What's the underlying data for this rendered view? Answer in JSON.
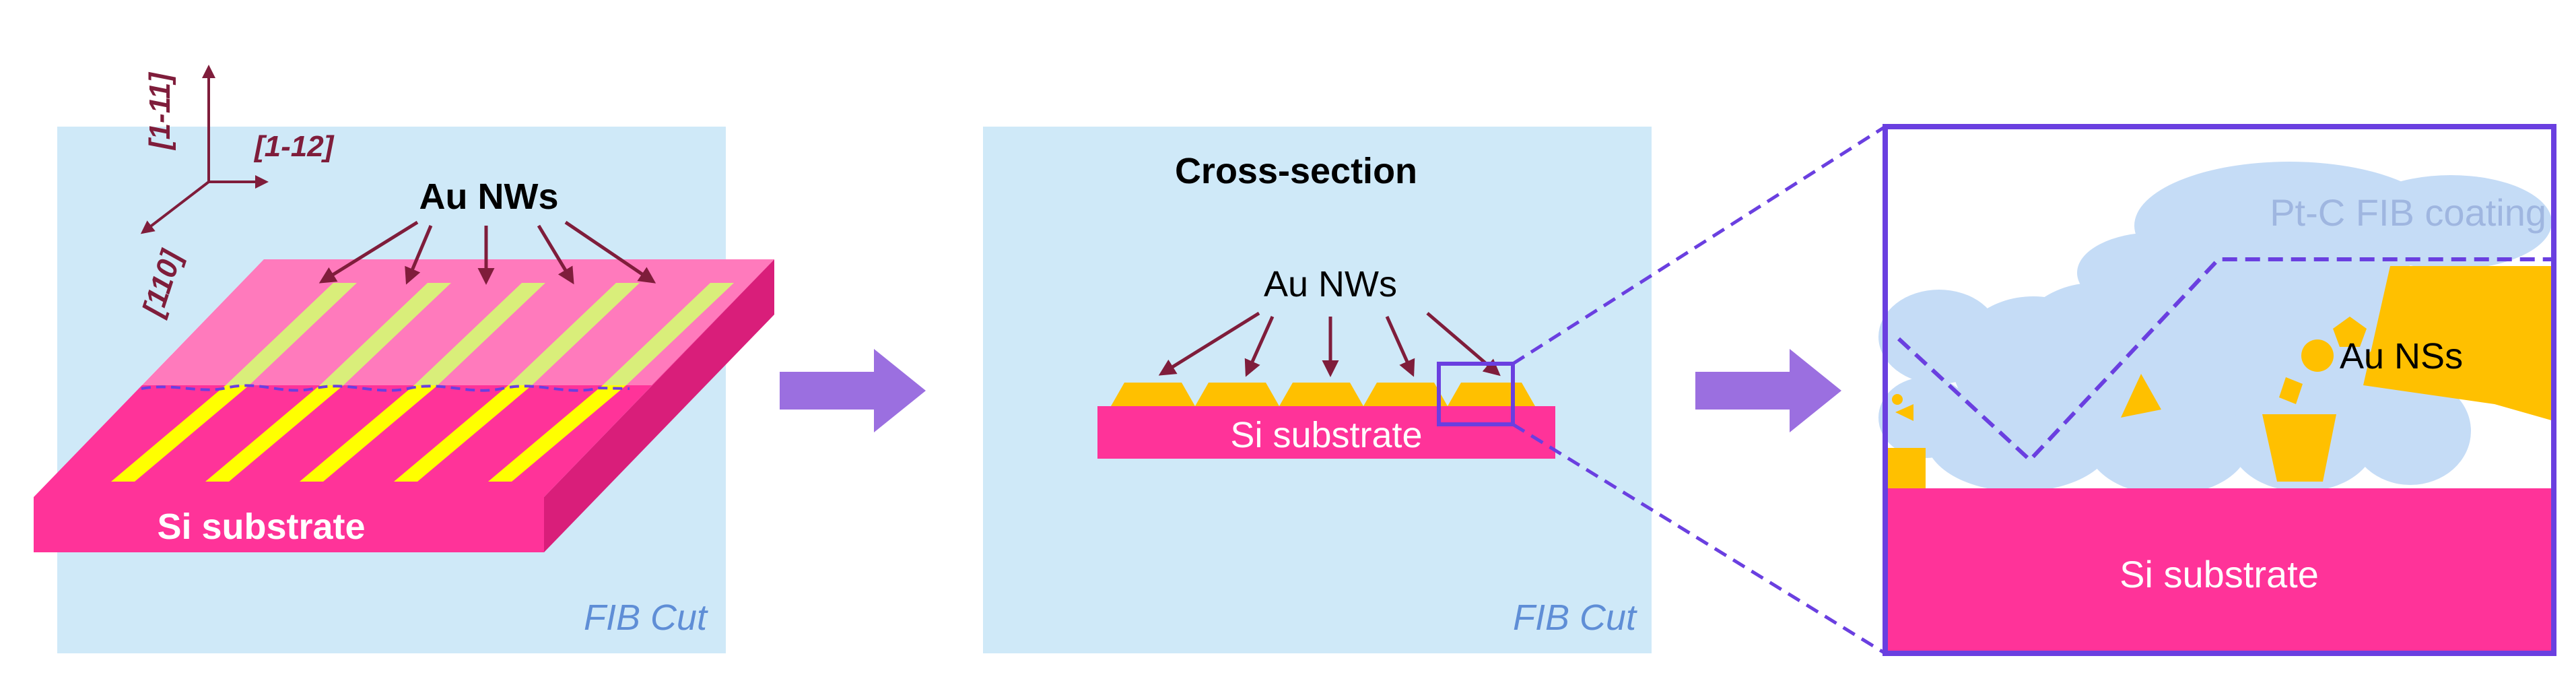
{
  "panel_left": {
    "axes": {
      "z_label": "[1-11]",
      "y_label": "[1-12]",
      "x_label": "[110]"
    },
    "nw_label": "Au NWs",
    "substrate_label": "Si substrate",
    "cut_label": "FIB Cut"
  },
  "panel_middle": {
    "title": "Cross-section",
    "nw_label": "Au NWs",
    "substrate_label": "Si substrate",
    "cut_label": "FIB Cut"
  },
  "panel_right": {
    "coating_label": "Pt-C FIB coating",
    "ns_label": "Au NSs",
    "substrate_label": "Si substrate"
  },
  "colors": {
    "background_panel": "#cfe9f8",
    "substrate": "#ff3399",
    "substrate_side": "#e0207e",
    "gold": "#ffc000",
    "wire_yellow": "#ffff00",
    "arrow_dark": "#7f1d3b",
    "flow_arrow": "#9b6fe0",
    "dashed_line": "#6a3fe0",
    "coating": "#c5dcf6",
    "coating_text": "#9fb6e0",
    "cut_text": "#5f8ed6"
  }
}
